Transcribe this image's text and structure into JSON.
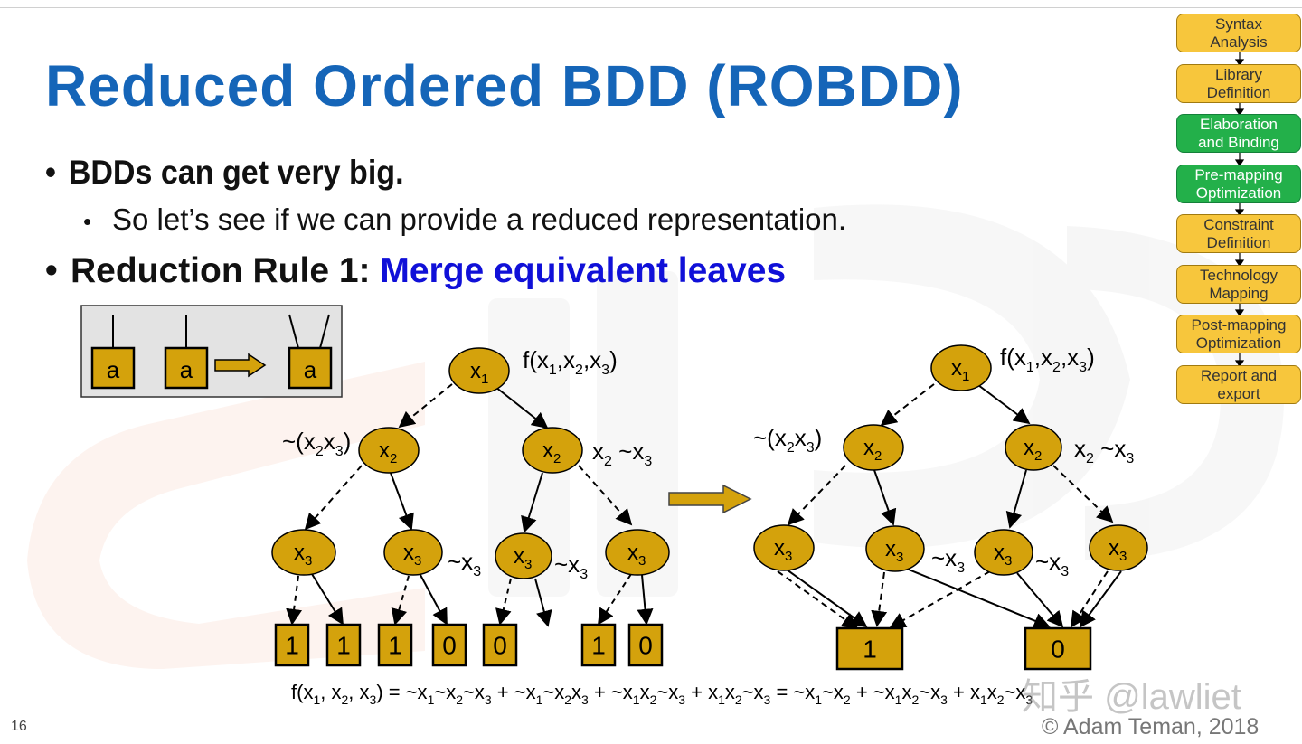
{
  "slide": {
    "title": "Reduced Ordered BDD (ROBDD)",
    "bullet1": "BDDs can get very big.",
    "bullet1_sub": "So let’s see if we can provide a reduced representation.",
    "bullet2_prefix": "Reduction Rule 1: ",
    "bullet2_highlight": "Merge equivalent leaves",
    "page_number": "16",
    "copyright": "© Adam Teman, 2018",
    "watermark": "知乎 @lawliet"
  },
  "inset": {
    "leaf_label": "a"
  },
  "left_bdd": {
    "func_label": "f(x1,x2,x3)",
    "label_left_x2": "~(x2x3)",
    "label_right_x2": "x2 ~x3",
    "label_mid_x3": "~x3",
    "label_mid2_x3": "~x3",
    "leaves": [
      "1",
      "1",
      "1",
      "0",
      "0",
      "1",
      "0"
    ]
  },
  "right_bdd": {
    "func_label": "f(x1,x2,x3)",
    "label_left_x2": "~(x2x3)",
    "label_right_x2": "x2 ~x3",
    "label_mid_x3": "~x3",
    "label_mid2_x3": "~x3",
    "leaves": [
      "1",
      "0"
    ]
  },
  "formula": "f(x1, x2, x3) = ~x1~x2~x3 + ~x1~x2x3 + ~x1x2~x3 + x1x2~x3 = ~x1~x2 + ~x1x2~x3 + x1x2~x3",
  "flow": [
    {
      "label": "Syntax Analysis",
      "line1": "Syntax",
      "line2": "Analysis",
      "active": false
    },
    {
      "label": "Library Definition",
      "line1": "Library",
      "line2": "Definition",
      "active": false
    },
    {
      "label": "Elaboration and Binding",
      "line1": "Elaboration",
      "line2": "and Binding",
      "active": true
    },
    {
      "label": "Pre-mapping Optimization",
      "line1": "Pre-mapping",
      "line2": "Optimization",
      "active": true
    },
    {
      "label": "Constraint Definition",
      "line1": "Constraint",
      "line2": "Definition",
      "active": false
    },
    {
      "label": "Technology Mapping",
      "line1": "Technology",
      "line2": "Mapping",
      "active": false
    },
    {
      "label": "Post-mapping Optimization",
      "line1": "Post-mapping",
      "line2": "Optimization",
      "active": false
    },
    {
      "label": "Report and export",
      "line1": "Report and",
      "line2": "export",
      "active": false
    }
  ],
  "colors": {
    "title": "#1565b8",
    "highlight": "#1010d8",
    "node_fill": "#d4a20c",
    "green": "#23b04a",
    "box": "#f7c63c"
  }
}
